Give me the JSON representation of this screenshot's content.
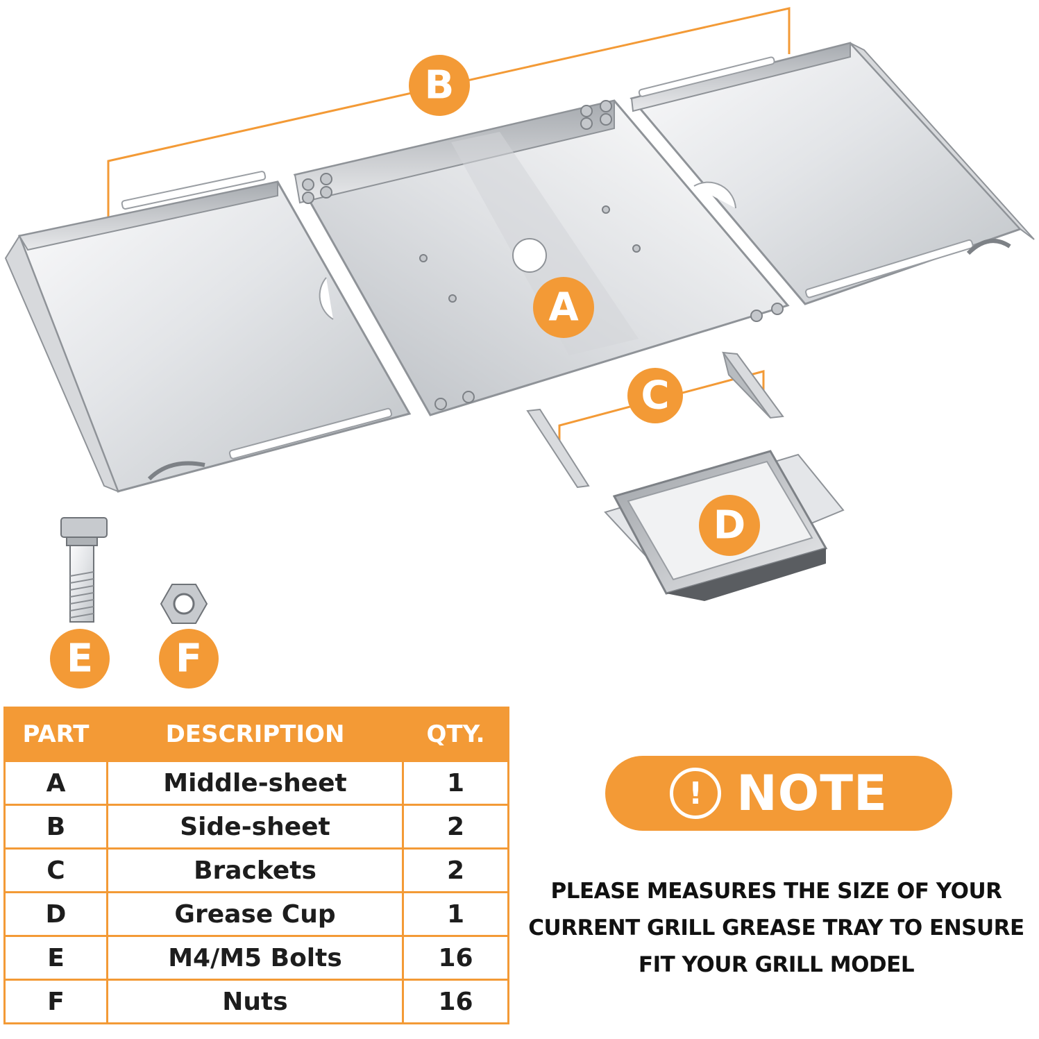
{
  "labels": {
    "a": "A",
    "b": "B",
    "c": "C",
    "d": "D",
    "e": "E",
    "f": "F"
  },
  "colors": {
    "accent": "#f39a36",
    "steel_light": "#f2f3f4",
    "steel_mid": "#c9ccd0",
    "steel_dark": "#8a8e93"
  },
  "icons": {
    "bolt": "bolt-icon",
    "nut": "nut-icon",
    "note": "exclamation-icon"
  },
  "table": {
    "headers": [
      "PART",
      "DESCRIPTION",
      "QTY."
    ],
    "rows": [
      {
        "part": "A",
        "description": "Middle-sheet",
        "qty": "1"
      },
      {
        "part": "B",
        "description": "Side-sheet",
        "qty": "2"
      },
      {
        "part": "C",
        "description": "Brackets",
        "qty": "2"
      },
      {
        "part": "D",
        "description": "Grease Cup",
        "qty": "1"
      },
      {
        "part": "E",
        "description": "M4/M5 Bolts",
        "qty": "16"
      },
      {
        "part": "F",
        "description": "Nuts",
        "qty": "16"
      }
    ]
  },
  "note": {
    "icon_glyph": "!",
    "title": "NOTE",
    "lines": [
      "PLEASE MEASURES THE SIZE OF YOUR",
      "CURRENT GRILL GREASE TRAY TO ENSURE",
      "FIT YOUR GRILL MODEL"
    ]
  }
}
